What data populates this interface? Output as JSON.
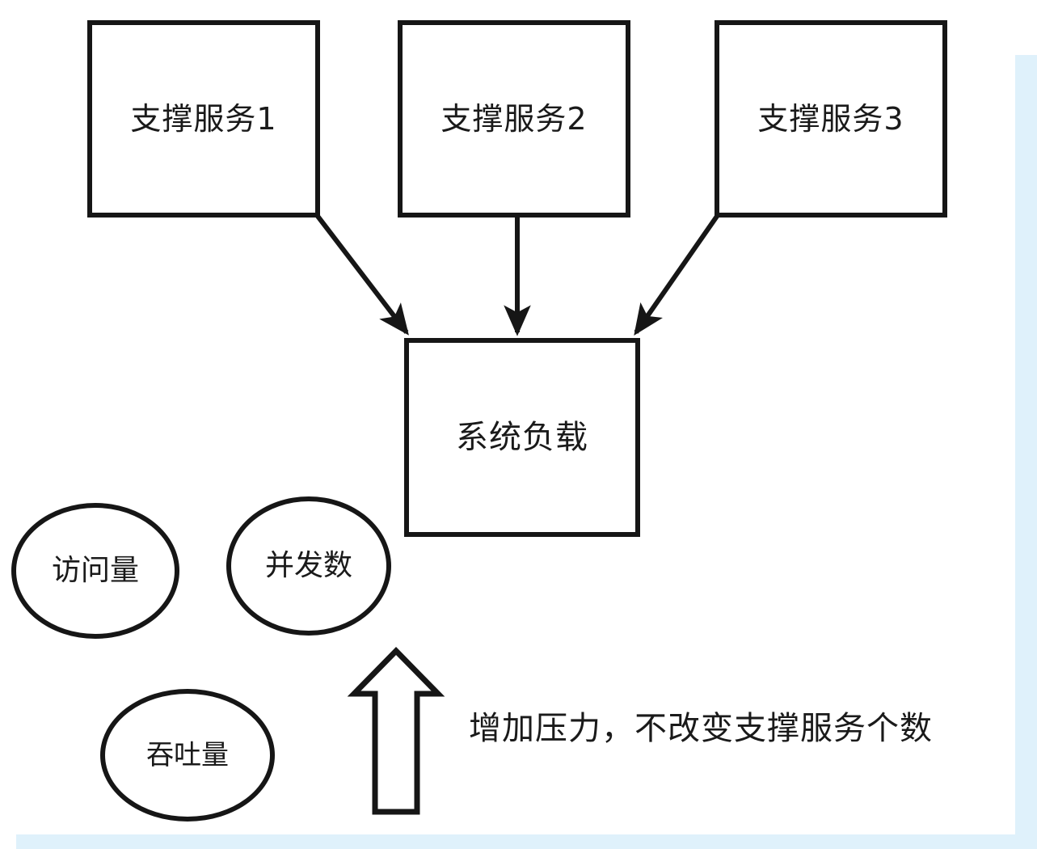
{
  "diagram": {
    "title_caption": "增加压力，不改变支撑服务个数",
    "boxes": [
      {
        "id": "service-1",
        "label": "支撑服务1"
      },
      {
        "id": "service-2",
        "label": "支撑服务2"
      },
      {
        "id": "service-3",
        "label": "支撑服务3"
      },
      {
        "id": "system-load",
        "label": "系统负载"
      }
    ],
    "ellipses": [
      {
        "id": "visits",
        "label": "访问量"
      },
      {
        "id": "concurrency",
        "label": "并发数"
      },
      {
        "id": "throughput",
        "label": "吞吐量"
      }
    ],
    "arrows": [
      {
        "id": "service-1-to-system-load",
        "kind": "diagonal-down-right"
      },
      {
        "id": "service-2-to-system-load",
        "kind": "vertical-down"
      },
      {
        "id": "service-3-to-system-load",
        "kind": "diagonal-down-left"
      },
      {
        "id": "pressure-block-arrow",
        "kind": "block-arrow-up"
      }
    ],
    "colors": {
      "stroke": "#161616",
      "text": "#1a1a1a",
      "background": "#ffffff",
      "edge_strip": "#dff1fb"
    }
  }
}
